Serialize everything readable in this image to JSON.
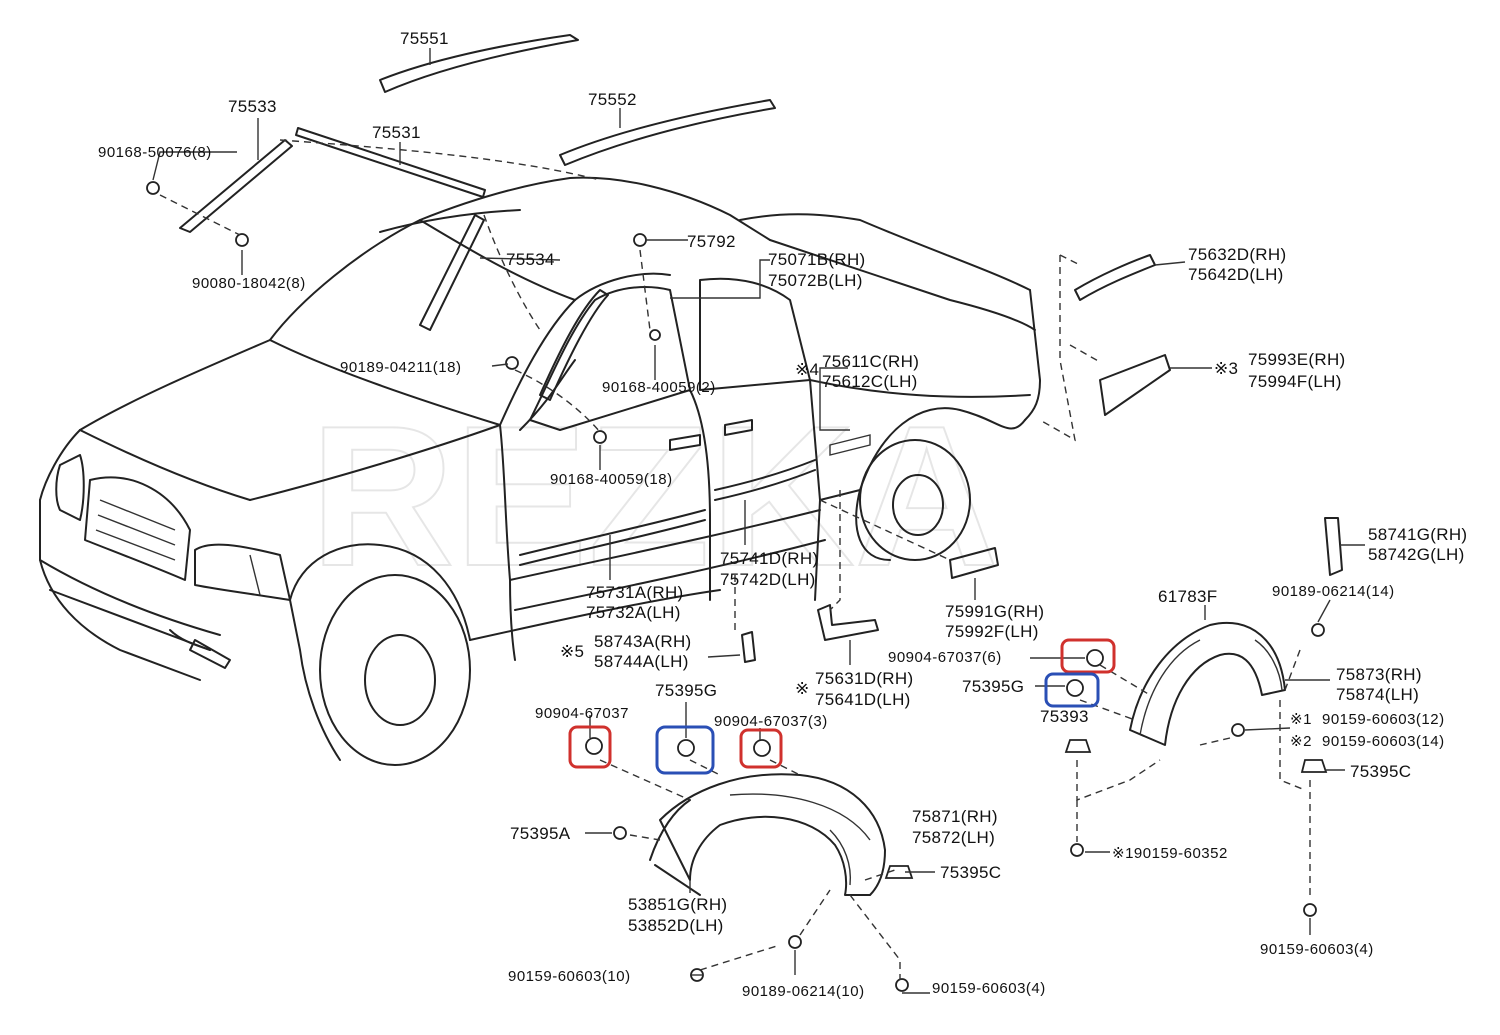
{
  "watermark": "REZKA",
  "labels": {
    "p75551": "75551",
    "p75552": "75552",
    "p75533": "75533",
    "p75531": "75531",
    "p90168_50076": "90168-50076(8)",
    "p90080_18042": "90080-18042(8)",
    "p75534": "75534",
    "p75792": "75792",
    "p75071B": "75071B(RH)",
    "p75072B": "75072B(LH)",
    "p90189_04211": "90189-04211(18)",
    "p90168_40059_2": "90168-40059(2)",
    "p75611C": "75611C(RH)",
    "p75612C": "75612C(LH)",
    "mark4": "※4",
    "p75632D": "75632D(RH)",
    "p75642D": "75642D(LH)",
    "mark3": "※3",
    "p75993E": "75993E(RH)",
    "p75994F": "75994F(LH)",
    "p90168_40059_18": "90168-40059(18)",
    "p75741D": "75741D(RH)",
    "p75742D": "75742D(LH)",
    "p75731A": "75731A(RH)",
    "p75732A": "75732A(LH)",
    "p58741G": "58741G(RH)",
    "p58742G": "58742G(LH)",
    "p75991G": "75991G(RH)",
    "p75992F": "75992F(LH)",
    "p61783F": "61783F",
    "p90189_06214_14": "90189-06214(14)",
    "mark5": "※5",
    "p58743A": "58743A(RH)",
    "p58744A": "58744A(LH)",
    "p90904_67037_6": "90904-67037(6)",
    "p75395G_r": "75395G",
    "p75873": "75873(RH)",
    "p75874": "75874(LH)",
    "mark_r": "※",
    "p75631D": "75631D(RH)",
    "p75641D": "75641D(LH)",
    "p75393": "75393",
    "mark1": "※1",
    "p90159_60603_12": "90159-60603(12)",
    "mark2": "※2",
    "p90159_60603_14": "90159-60603(14)",
    "p90904_67037": "90904-67037",
    "p75395G_l": "75395G",
    "p90904_67037_3": "90904-67037(3)",
    "p75395C_r": "75395C",
    "p75395A": "75395A",
    "p75871": "75871(RH)",
    "p75872": "75872(LH)",
    "p75395C_l": "75395C",
    "p90159_60352": "※190159-60352",
    "p53851G": "53851G(RH)",
    "p53852D": "53852D(LH)",
    "p90159_60603_10": "90159-60603(10)",
    "p90189_06214_10": "90189-06214(10)",
    "p90159_60603_4a": "90159-60603(4)",
    "p90159_60603_4b": "90159-60603(4)"
  },
  "highlight_colors": {
    "red": "#d0312d",
    "blue": "#2a4fb5"
  }
}
